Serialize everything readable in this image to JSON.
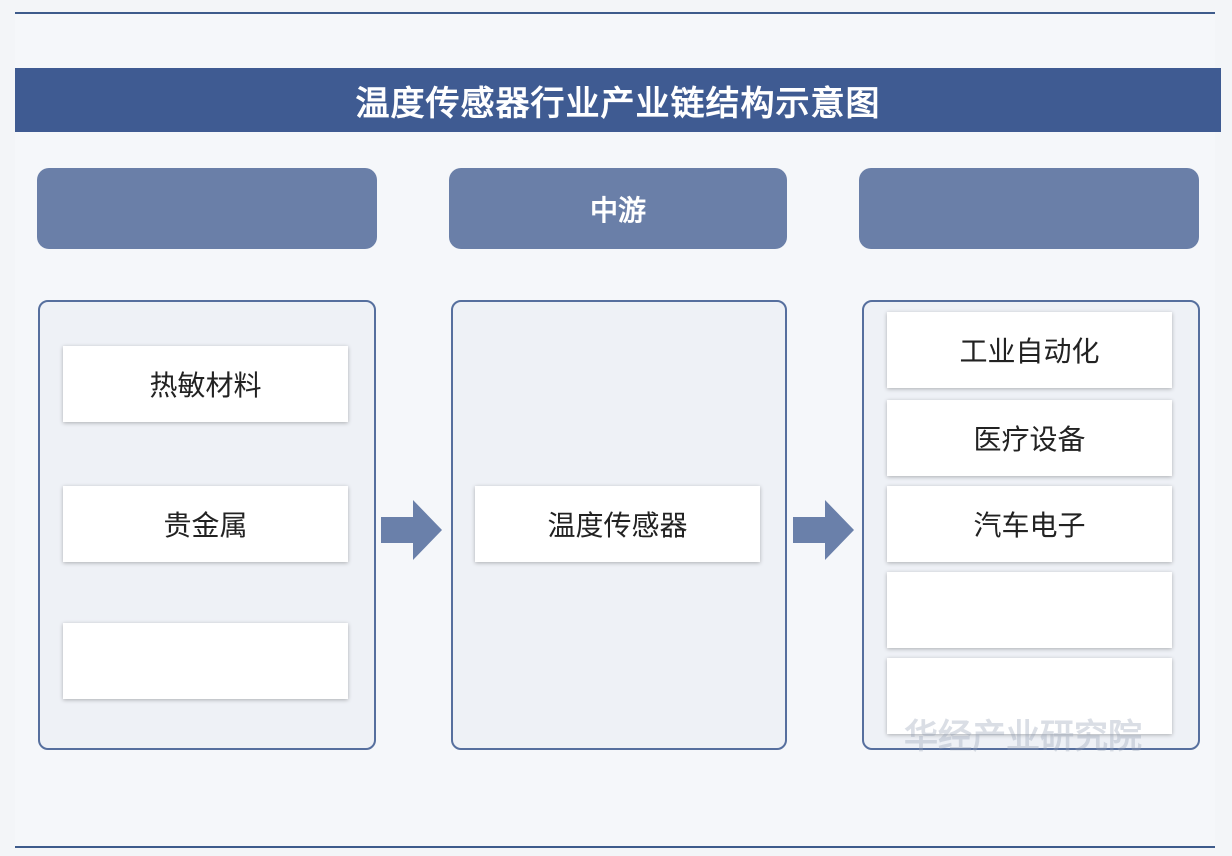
{
  "title": "温度传感器行业产业链结构示意图",
  "stages": [
    {
      "label": ""
    },
    {
      "label": "中游"
    },
    {
      "label": ""
    }
  ],
  "upstream_items": [
    "热敏材料",
    "贵金属",
    ""
  ],
  "midstream_items": [
    "温度传感器"
  ],
  "downstream_items": [
    "工业自动化",
    "医疗设备",
    "汽车电子",
    "",
    ""
  ],
  "watermark": "华经产业研究院",
  "colors": {
    "title_bar": "#3f5b92",
    "stage_header": "#6a7fa8",
    "panel_border": "#566f9e",
    "arrow": "#6a80aa"
  }
}
